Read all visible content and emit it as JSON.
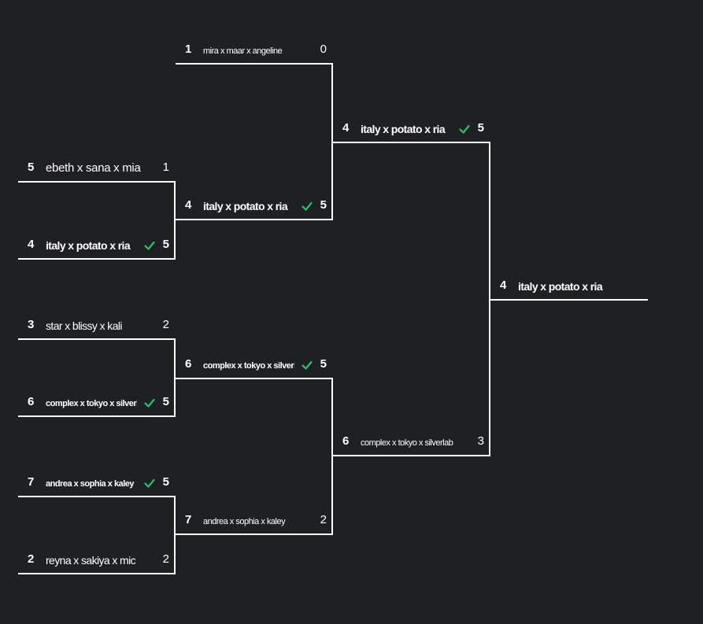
{
  "colors": {
    "background": "#1f2024",
    "line": "#ffffff",
    "winner_check": "#27c26c"
  },
  "rounds": [
    [
      {
        "seed": "1",
        "name": "mira x maar x angeline",
        "score": "0",
        "winner": false
      },
      {
        "seed": "5",
        "name": "ebeth x sana x mia",
        "score": "1",
        "winner": false
      },
      {
        "seed": "4",
        "name": "italy x potato x ria",
        "score": "5",
        "winner": true
      },
      {
        "seed": "3",
        "name": "star x blissy x kali",
        "score": "2",
        "winner": false
      },
      {
        "seed": "6",
        "name": "complex x tokyo x silverlab",
        "score": "5",
        "winner": true
      },
      {
        "seed": "7",
        "name": "andrea x sophia x kaley",
        "score": "5",
        "winner": true
      },
      {
        "seed": "2",
        "name": "reyna x sakiya x mic",
        "score": "2",
        "winner": false
      }
    ],
    [
      {
        "seed": "4",
        "name": "italy x potato x ria",
        "score": "5",
        "winner": true
      },
      {
        "seed": "6",
        "name": "complex x tokyo x silverlab",
        "score": "5",
        "winner": true
      },
      {
        "seed": "7",
        "name": "andrea x sophia x kaley",
        "score": "2",
        "winner": false
      }
    ],
    [
      {
        "seed": "4",
        "name": "italy x potato x ria",
        "score": "5",
        "winner": true
      },
      {
        "seed": "6",
        "name": "complex x tokyo x silverlab",
        "score": "3",
        "winner": false
      }
    ],
    [
      {
        "seed": "4",
        "name": "italy x potato x ria",
        "score": "",
        "winner": false
      }
    ]
  ]
}
